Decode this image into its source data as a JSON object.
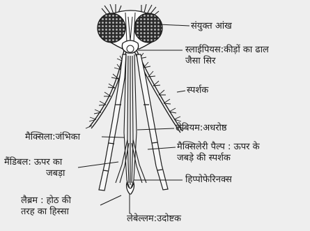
{
  "labels": {
    "compound_eye": "संयुक्त आंख",
    "clypeus_line1": "स्लाईपियस:कीड़ों का ढाल",
    "clypeus_line2": "जैसा सिर",
    "antenna": "स्पर्शक",
    "maxilla": "मैक्सिला:जंभिका",
    "labium": "लेबियम:अधरोष्ठ",
    "maxillary_palp_line1": "मैक्सिलेरी पैल्प : ऊपर के",
    "maxillary_palp_line2": "जबड़े की स्पर्शक",
    "mandible_line1": "मैंडिबल: ऊपर का",
    "mandible_line2": "जबड़ा",
    "hypopharynx": "हिप्पोफेरिनक्स",
    "labrum_line1": "लैब्रम : होठ की",
    "labrum_line2": "तरह का हिस्सा",
    "labellum": "लेबेल्लम:उदोष्टक"
  },
  "colors": {
    "ink": "#1a1a1a",
    "background": "#eeeeee",
    "eye_fill": "#2b2b2b"
  }
}
